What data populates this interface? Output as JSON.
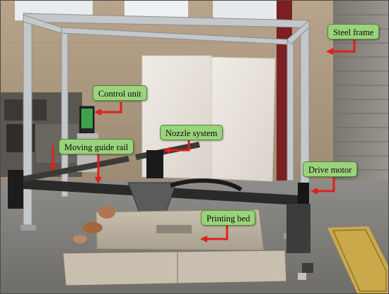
{
  "labels": {
    "steel_frame": "Steel frame",
    "control_unit": "Control unit",
    "nozzle_system": "Nozzle system",
    "moving_guide_rail": "Moving guide rail",
    "drive_motor": "Drive motor",
    "printing_bed": "Printing bed"
  },
  "colors": {
    "callout_fill": "#9bd37c",
    "callout_border": "#4f8a3a",
    "arrow": "#e0201b",
    "frame": "#bfc3c6"
  }
}
